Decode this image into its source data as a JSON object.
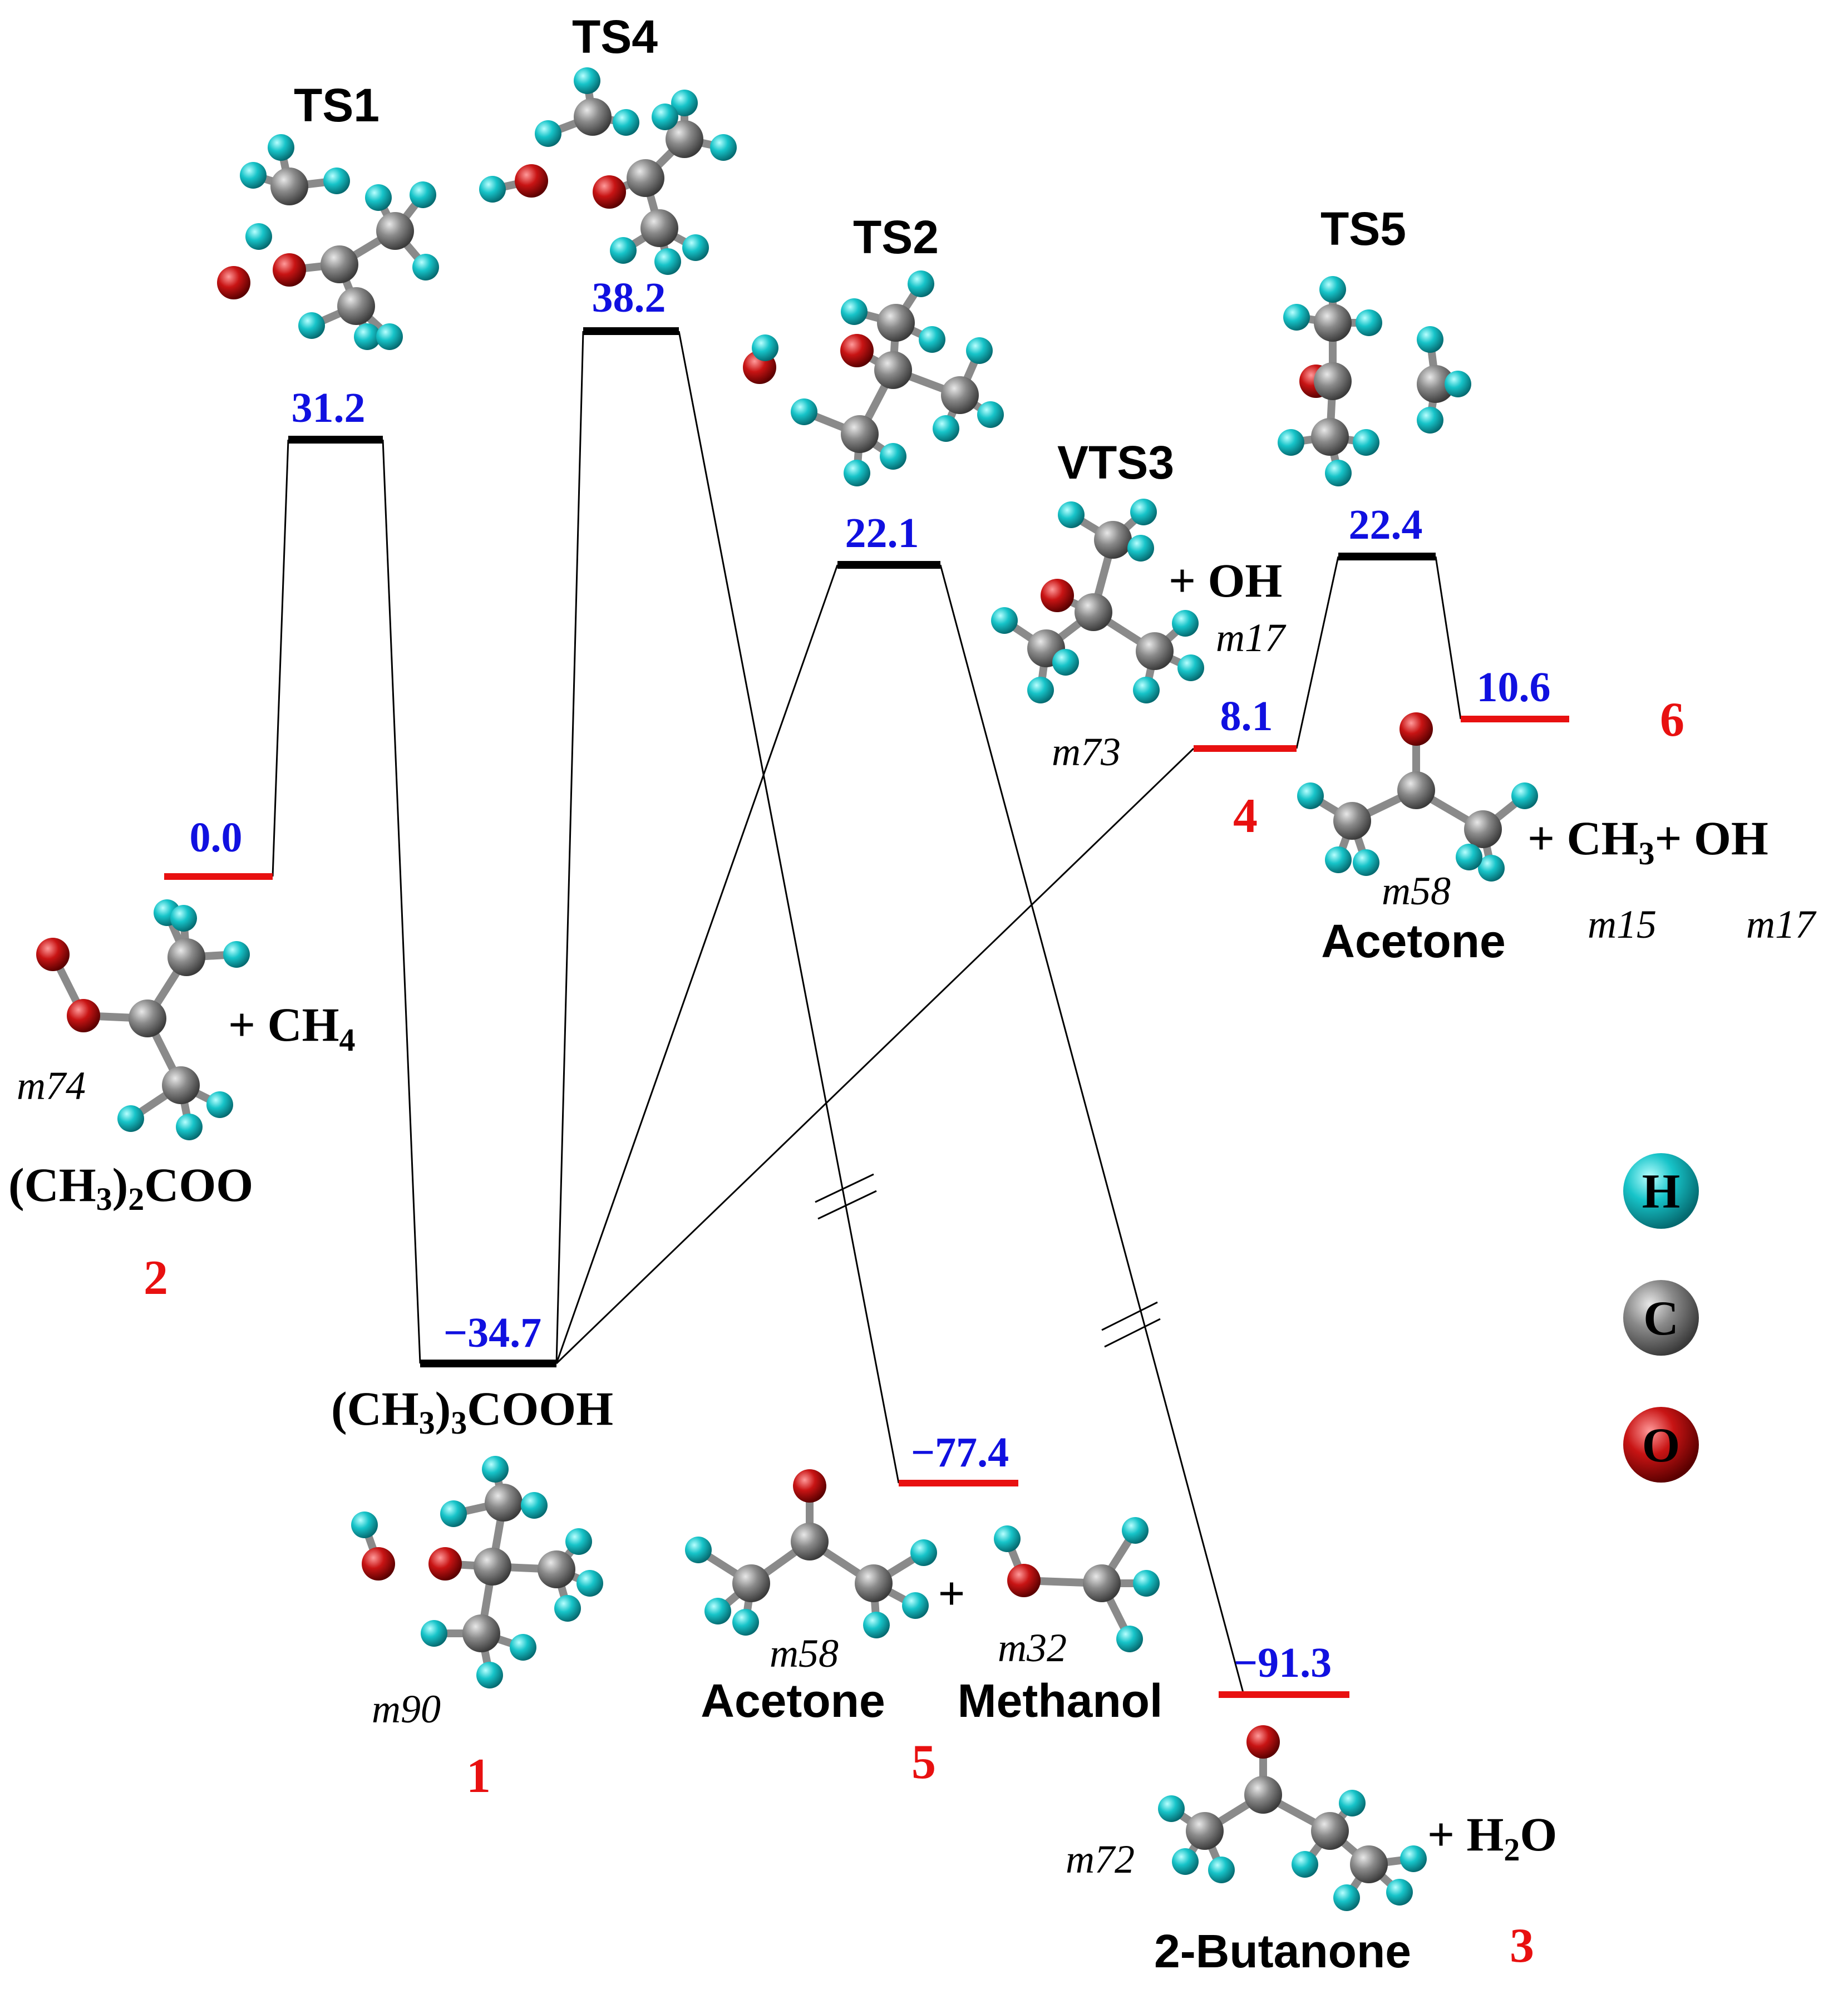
{
  "colors": {
    "energy_text": "#1010e0",
    "reactant_product_level": "#e81010",
    "ts_level": "#000000",
    "label_number": "#e81010",
    "atom_H": "#17c4c9",
    "atom_C": "#8a8a8a",
    "atom_O": "#c81414"
  },
  "energies": {
    "r2": "0.0",
    "ts1": "31.2",
    "i1": "−34.7",
    "ts4": "38.2",
    "p5": "−77.4",
    "ts2": "22.1",
    "p3": "−91.3",
    "vts3": "8.1",
    "ts5": "22.4",
    "p6": "10.6"
  },
  "ts_labels": {
    "ts1": "TS1",
    "ts4": "TS4",
    "ts2": "TS2",
    "vts3": "VTS3",
    "ts5": "TS5"
  },
  "species": {
    "r2": {
      "formula_pre": "(CH",
      "sub1": "3",
      "formula_mid": ")",
      "sub2": "2",
      "formula_post": "COO",
      "plus": "+ CH",
      "plus_sub": "4",
      "mass": "m74",
      "number": "2"
    },
    "i1": {
      "formula_pre": "(CH",
      "sub1": "3",
      "formula_mid": ")",
      "sub2": "3",
      "formula_post": "COOH",
      "mass": "m90",
      "number": "1"
    },
    "p5": {
      "plus": "+",
      "name1": "Acetone",
      "mass1": "m58",
      "name2": "Methanol",
      "mass2": "m32",
      "number": "5"
    },
    "p3": {
      "plus": "+ H",
      "plus_sub": "2",
      "plus_post": "O",
      "name": "2-Butanone",
      "mass": "m72",
      "number": "3"
    },
    "p4": {
      "plus": "+ OH",
      "mass1": "m73",
      "mass2": "m17",
      "number": "4"
    },
    "p6": {
      "plus_pre": "+ CH",
      "plus_sub": "3",
      "plus_post": "+ OH",
      "name": "Acetone",
      "mass1": "m58",
      "mass2": "m15",
      "mass3": "m17",
      "number": "6"
    }
  },
  "legend": {
    "H": "H",
    "C": "C",
    "O": "O"
  }
}
